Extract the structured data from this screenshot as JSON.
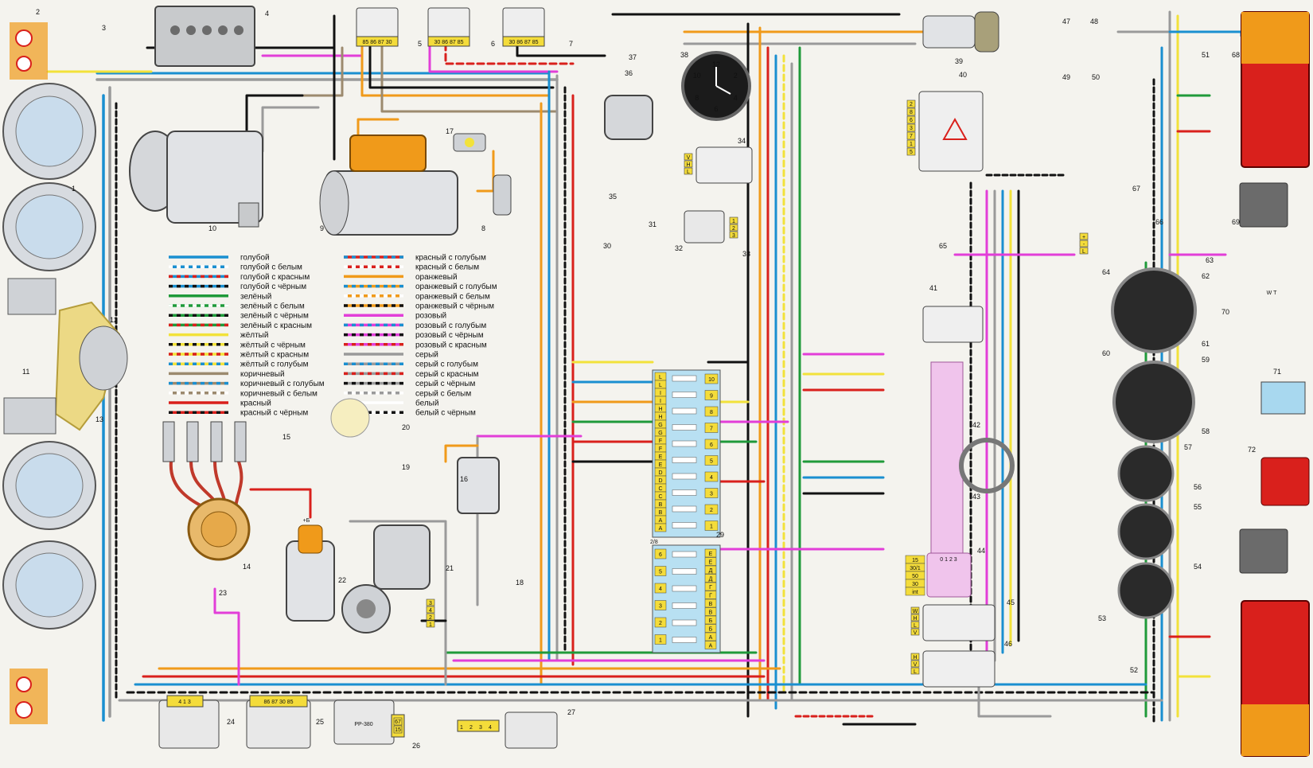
{
  "components": [
    {
      "id": "head-lamp-left-top",
      "n": "1",
      "label": ""
    },
    {
      "id": "side-lamp-left-top",
      "n": "2",
      "label": ""
    },
    {
      "id": "horn-sensor-top",
      "n": "3",
      "label": ""
    },
    {
      "id": "battery",
      "n": "4",
      "label": ""
    },
    {
      "id": "relay-5",
      "n": "5",
      "label": "85 86 87 30"
    },
    {
      "id": "relay-6",
      "n": "6",
      "label": "30 86 87 85"
    },
    {
      "id": "relay-7",
      "n": "7",
      "label": "30 86 87 85"
    },
    {
      "id": "spark-plug-8",
      "n": "8",
      "label": ""
    },
    {
      "id": "starter",
      "n": "9",
      "label": ""
    },
    {
      "id": "generator",
      "n": "10",
      "label": ""
    },
    {
      "id": "horn-11",
      "n": "11",
      "label": ""
    },
    {
      "id": "fan-motor",
      "n": "12",
      "label": ""
    },
    {
      "id": "sensor-13",
      "n": "13",
      "label": ""
    },
    {
      "id": "distributor",
      "n": "14",
      "label": ""
    },
    {
      "id": "spark-plugs",
      "n": "15",
      "label": ""
    },
    {
      "id": "ignition-coil-16",
      "n": "16",
      "label": ""
    },
    {
      "id": "sensor-17",
      "n": "17",
      "label": ""
    },
    {
      "id": "sensor-18",
      "n": "18",
      "label": ""
    },
    {
      "id": "lamp-19",
      "n": "19",
      "label": ""
    },
    {
      "id": "lamp-20",
      "n": "20",
      "label": ""
    },
    {
      "id": "wiper-motor",
      "n": "21",
      "label": ""
    },
    {
      "id": "coil-22",
      "n": "22",
      "label": "+Б"
    },
    {
      "id": "sensor-23",
      "n": "23",
      "label": ""
    },
    {
      "id": "relay-24",
      "n": "24",
      "label": "4 1 3"
    },
    {
      "id": "relay-25",
      "n": "25",
      "label": "86 87 30 85"
    },
    {
      "id": "regulator-26",
      "n": "26",
      "label": "РР-380"
    },
    {
      "id": "washer-27",
      "n": "27",
      "label": ""
    },
    {
      "id": "fuse-block-29",
      "n": "29",
      "label": ""
    },
    {
      "id": "sensor-30",
      "n": "30",
      "label": ""
    },
    {
      "id": "sensor-31",
      "n": "31",
      "label": ""
    },
    {
      "id": "sensor-32",
      "n": "32",
      "label": ""
    },
    {
      "id": "switch-33",
      "n": "33",
      "label": ""
    },
    {
      "id": "heater-switch-34",
      "n": "34",
      "label": ""
    },
    {
      "id": "sensor-35",
      "n": "35",
      "label": ""
    },
    {
      "id": "motor-36",
      "n": "36",
      "label": ""
    },
    {
      "id": "lamp-37",
      "n": "37",
      "label": ""
    },
    {
      "id": "clock-38",
      "n": "38",
      "label": ""
    },
    {
      "id": "lighter-39",
      "n": "39",
      "label": ""
    },
    {
      "id": "hazard-switch-40",
      "n": "40",
      "label": ""
    },
    {
      "id": "switch-41",
      "n": "41",
      "label": ""
    },
    {
      "id": "switch-42",
      "n": "42",
      "label": ""
    },
    {
      "id": "switch-43",
      "n": "43",
      "label": ""
    },
    {
      "id": "lamp-44",
      "n": "44",
      "label": ""
    },
    {
      "id": "switch-45",
      "n": "45",
      "label": ""
    },
    {
      "id": "switch-46",
      "n": "46",
      "label": ""
    },
    {
      "id": "lamp-47",
      "n": "47",
      "label": ""
    },
    {
      "id": "lamp-48",
      "n": "48",
      "label": ""
    },
    {
      "id": "lamp-49",
      "n": "49",
      "label": ""
    },
    {
      "id": "lamp-50",
      "n": "50",
      "label": ""
    },
    {
      "id": "lamp-51",
      "n": "51",
      "label": ""
    },
    {
      "id": "lamp-52",
      "n": "52",
      "label": ""
    },
    {
      "id": "gauge-53",
      "n": "53",
      "label": ""
    },
    {
      "id": "gauge-54",
      "n": "54",
      "label": ""
    },
    {
      "id": "gauge-55",
      "n": "55",
      "label": ""
    },
    {
      "id": "gauge-56",
      "n": "56",
      "label": ""
    },
    {
      "id": "gauge-57",
      "n": "57",
      "label": ""
    },
    {
      "id": "gauge-58",
      "n": "58",
      "label": ""
    },
    {
      "id": "gauge-59",
      "n": "59",
      "label": ""
    },
    {
      "id": "gauge-60",
      "n": "60",
      "label": ""
    },
    {
      "id": "gauge-61",
      "n": "61",
      "label": ""
    },
    {
      "id": "gauge-62",
      "n": "62",
      "label": ""
    },
    {
      "id": "gauge-63",
      "n": "63",
      "label": ""
    },
    {
      "id": "gauge-64",
      "n": "64",
      "label": ""
    },
    {
      "id": "sensor-65",
      "n": "65",
      "label": ""
    },
    {
      "id": "relay-66",
      "n": "66",
      "label": ""
    },
    {
      "id": "lamp-67",
      "n": "67",
      "label": ""
    },
    {
      "id": "rear-lamp-68",
      "n": "68",
      "label": ""
    },
    {
      "id": "plate-lamp-69",
      "n": "69",
      "label": ""
    },
    {
      "id": "sensor-70",
      "n": "70",
      "label": "W T"
    },
    {
      "id": "lamp-71",
      "n": "71",
      "label": ""
    },
    {
      "id": "lamp-72",
      "n": "72",
      "label": ""
    }
  ],
  "legend": {
    "left": [
      {
        "text": "голубой",
        "colors": [
          "#1a8fd0"
        ]
      },
      {
        "text": "голубой с белым",
        "colors": [
          "#1a8fd0",
          "#ffffff"
        ]
      },
      {
        "text": "голубой с красным",
        "colors": [
          "#1a8fd0",
          "#d9201c"
        ]
      },
      {
        "text": "голубой с чёрным",
        "colors": [
          "#1a8fd0",
          "#111111"
        ]
      },
      {
        "text": "зелёный",
        "colors": [
          "#1f9a3a"
        ]
      },
      {
        "text": "зелёный с белым",
        "colors": [
          "#1f9a3a",
          "#ffffff"
        ]
      },
      {
        "text": "зелёный с чёрным",
        "colors": [
          "#1f9a3a",
          "#111111"
        ]
      },
      {
        "text": "зелёный с красным",
        "colors": [
          "#1f9a3a",
          "#d9201c"
        ]
      },
      {
        "text": "жёлтый",
        "colors": [
          "#f2e23a"
        ]
      },
      {
        "text": "жёлтый с чёрным",
        "colors": [
          "#f2e23a",
          "#111111"
        ]
      },
      {
        "text": "жёлтый с красным",
        "colors": [
          "#f2e23a",
          "#d9201c"
        ]
      },
      {
        "text": "жёлтый с голубым",
        "colors": [
          "#f2e23a",
          "#1a8fd0"
        ]
      },
      {
        "text": "коричневый",
        "colors": [
          "#9c8a6e"
        ]
      },
      {
        "text": "коричневый с голубым",
        "colors": [
          "#9c8a6e",
          "#1a8fd0"
        ]
      },
      {
        "text": "коричневый с белым",
        "colors": [
          "#9c8a6e",
          "#ffffff"
        ]
      },
      {
        "text": "красный",
        "colors": [
          "#d9201c"
        ]
      },
      {
        "text": "красный с чёрным",
        "colors": [
          "#d9201c",
          "#111111"
        ]
      }
    ],
    "right": [
      {
        "text": "красный с голубым",
        "colors": [
          "#d9201c",
          "#1a8fd0"
        ]
      },
      {
        "text": "красный с белым",
        "colors": [
          "#d9201c",
          "#ffffff"
        ]
      },
      {
        "text": "оранжевый",
        "colors": [
          "#f09a1a"
        ]
      },
      {
        "text": "оранжевый с голубым",
        "colors": [
          "#f09a1a",
          "#1a8fd0"
        ]
      },
      {
        "text": "оранжевый с белым",
        "colors": [
          "#f09a1a",
          "#ffffff"
        ]
      },
      {
        "text": "оранжевый с чёрным",
        "colors": [
          "#f09a1a",
          "#111111"
        ]
      },
      {
        "text": "розовый",
        "colors": [
          "#e23ed8"
        ]
      },
      {
        "text": "розовый с голубым",
        "colors": [
          "#e23ed8",
          "#1a8fd0"
        ]
      },
      {
        "text": "розовый с чёрным",
        "colors": [
          "#e23ed8",
          "#111111"
        ]
      },
      {
        "text": "розовый с красным",
        "colors": [
          "#e23ed8",
          "#d9201c"
        ]
      },
      {
        "text": "серый",
        "colors": [
          "#9a9a9a"
        ]
      },
      {
        "text": "серый с голубым",
        "colors": [
          "#9a9a9a",
          "#1a8fd0"
        ]
      },
      {
        "text": "серый с красным",
        "colors": [
          "#9a9a9a",
          "#d9201c"
        ]
      },
      {
        "text": "серый с чёрным",
        "colors": [
          "#9a9a9a",
          "#111111"
        ]
      },
      {
        "text": "серый с белым",
        "colors": [
          "#9a9a9a",
          "#ffffff"
        ]
      },
      {
        "text": "белый",
        "colors": [
          "#ffffff"
        ]
      },
      {
        "text": "белый с чёрным",
        "colors": [
          "#ffffff",
          "#111111"
        ]
      }
    ]
  },
  "fuse_block": {
    "upper_letters": [
      "L",
      "L",
      "I",
      "I",
      "H",
      "H",
      "G",
      "G",
      "F",
      "F",
      "E",
      "E",
      "D",
      "D",
      "C",
      "C",
      "B",
      "B",
      "A",
      "A"
    ],
    "upper_numbers": [
      "10",
      "9",
      "8",
      "7",
      "6",
      "5",
      "4",
      "3",
      "2",
      "1"
    ],
    "lower_letters": [
      "E",
      "E",
      "Д",
      "Д",
      "Г",
      "Г",
      "В",
      "В",
      "Б",
      "Б",
      "А",
      "А"
    ],
    "lower_numbers": [
      "6",
      "5",
      "4",
      "3",
      "2",
      "1"
    ],
    "lower_tag": "2/8"
  },
  "ignition_terminals": [
    "15",
    "30/1",
    "50",
    "30",
    "int"
  ],
  "ignition_positions": "0 1 2 3",
  "clock_numerals": [
    "12",
    "2",
    "4",
    "6",
    "8",
    "10"
  ],
  "connector_lists": {
    "relay_40": [
      "2",
      "8",
      "6",
      "3",
      "7",
      "1",
      "5"
    ],
    "switch_33": [
      "1",
      "2",
      "3"
    ],
    "switch_34": [
      "V",
      "H",
      "L"
    ],
    "switch_45": [
      "W",
      "H",
      "L",
      "V"
    ],
    "switch_46": [
      "H",
      "V",
      "L"
    ],
    "relay_66": [
      "+",
      "-",
      "L"
    ],
    "wiper_21": [
      "3",
      "4",
      "2",
      "1"
    ],
    "washer_28": [
      "1",
      "2",
      "3",
      "4"
    ],
    "relay_26": [
      "67",
      "15"
    ]
  },
  "colors": {
    "blue": "#1a8fd0",
    "green": "#1f9a3a",
    "yellow": "#f2e23a",
    "brown": "#9c8a6e",
    "red": "#d9201c",
    "orange": "#f09a1a",
    "pink": "#e23ed8",
    "gray": "#9a9a9a",
    "black": "#111111",
    "white": "#ffffff",
    "connector": "#f4dc3a",
    "fuse_bg": "#b8e0f2"
  }
}
